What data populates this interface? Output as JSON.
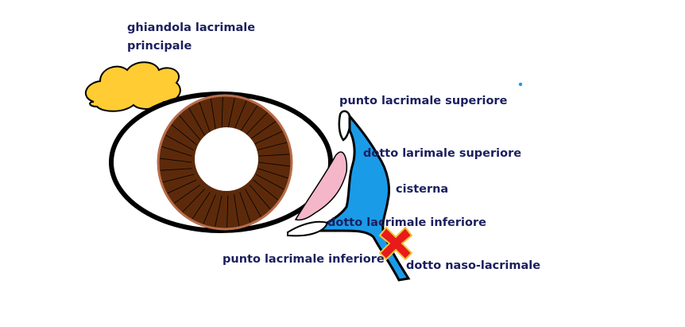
{
  "labels": {
    "main_gland_line1": "ghiandola lacrimale",
    "main_gland_line2": "principale",
    "upper_punctum": "punto lacrimale superiore",
    "upper_duct": "dotto larimale superiore",
    "cistern": "cisterna",
    "lower_duct": "dotto lacrimale inferiore",
    "lower_punctum": "punto lacrimale inferiore",
    "nasolacrimal_duct": "dotto naso-lacrimale"
  },
  "colors": {
    "gland": "#ffcc33",
    "iris": "#5c2a0b",
    "iris_rim": "#b86d4b",
    "duct": "#1a9be8",
    "conjunctiva": "#f4b6c8",
    "outline": "#000000",
    "label_text": "#1b1f5e",
    "blocked_mark": "#e81a1a",
    "blocked_mark_outline": "#f2c43a"
  },
  "icons": {
    "blockage": "red-x-icon"
  }
}
